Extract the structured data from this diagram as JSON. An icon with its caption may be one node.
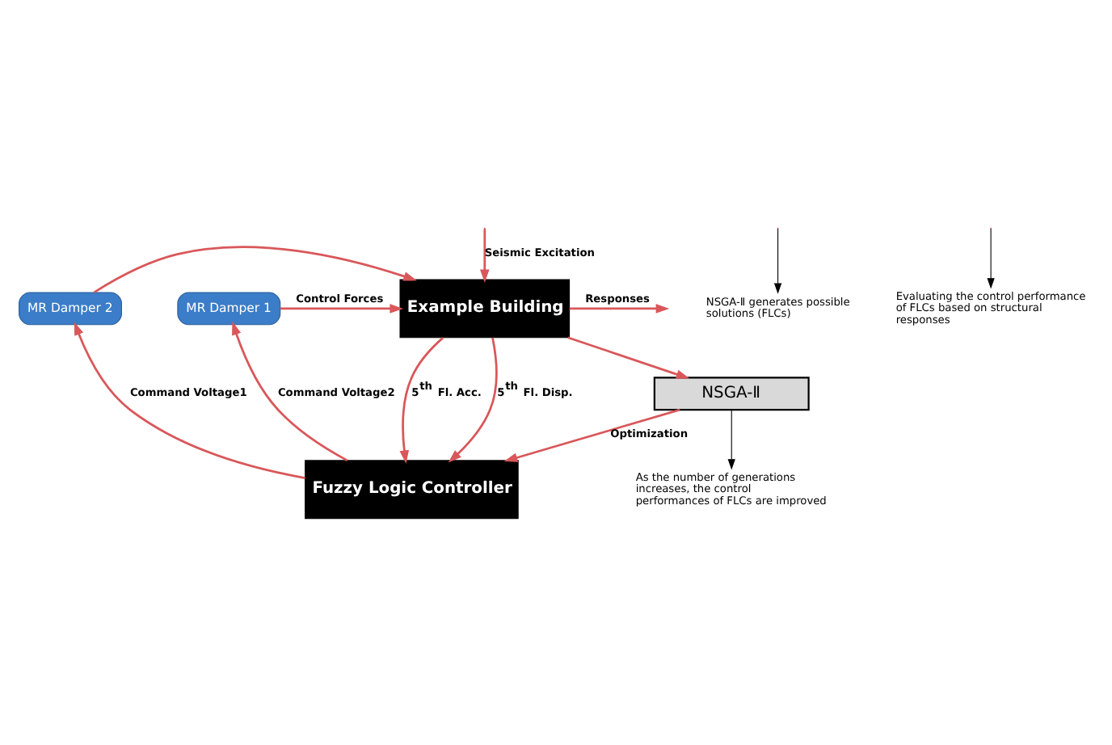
{
  "diagram": {
    "nodes": [
      {
        "text": [
          "MR Damper 1"
        ]
      },
      {
        "text": [
          "MR Damper 2"
        ]
      },
      {
        "text": [
          "Example Building"
        ]
      },
      {
        "text": [
          "Fuzzy Logic Controller"
        ]
      },
      {
        "text": [
          "NSGA-Ⅱ"
        ]
      },
      {
        "text": [
          "NSGA-Ⅱ generates possible solutions (FLCs)"
        ]
      },
      {
        "text": [
          "As the number of generations increases, the control performances of FLCs are improved"
        ]
      },
      {
        "text": [
          "Evaluating the control performance of FLCs based on structural responses"
        ]
      }
    ],
    "edges": [
      {
        "from": 2,
        "to": null,
        "arrow": "to",
        "label": "Responses"
      },
      {
        "from": 0,
        "to": 2,
        "arrow": "to",
        "label": "Control Forces"
      },
      {
        "from": 1,
        "to": 2,
        "arrow": "to"
      },
      {
        "from": null,
        "to": 2,
        "arrow": "to",
        "label": "Seismic Excitation"
      },
      {
        "from": 2,
        "to": 3,
        "arrow": "to",
        "label": "5$^{th}$ Fl. Disp."
      },
      {
        "from": 2,
        "to": 3,
        "arrow": "to",
        "label": "5$^{th}$ Fl. Acc."
      },
      {
        "from": 2,
        "to": 4,
        "arrow": "to"
      },
      {
        "from": 3,
        "to": 1,
        "arrow": "to",
        "label": "Command Voltage1"
      },
      {
        "from": 3,
        "to": 0,
        "arrow": "to",
        "label": "Command Voltage2"
      },
      {
        "from": 4,
        "to": 3,
        "arrow": "to",
        "label": "Optimization"
      },
      {
        "from": null,
        "to": 5,
        "arrow": "to",
        "color": "#000000"
      },
      {
        "from": 4,
        "to": 6,
        "arrow": "to",
        "color": "#000000"
      },
      {
        "from": null,
        "to": 7,
        "arrow": "to",
        "color": "#000000"
      }
    ]
  }
}
